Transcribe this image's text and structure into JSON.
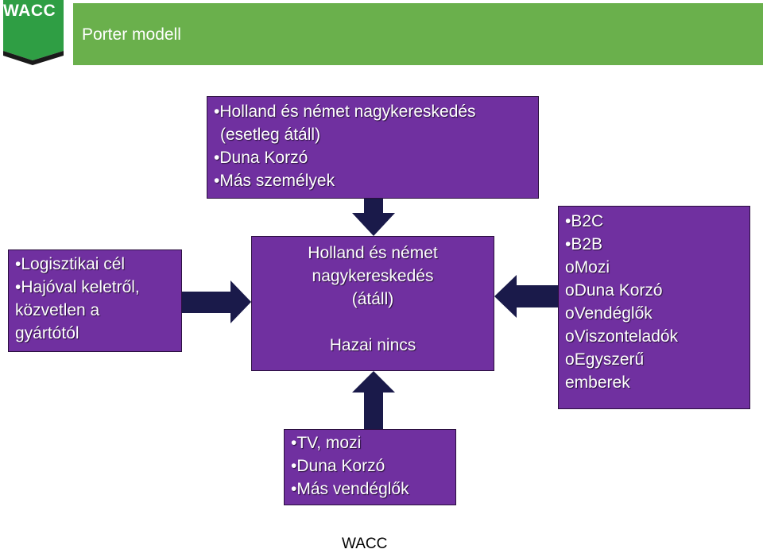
{
  "header": {
    "logo_text": "WACC",
    "title": "Porter modell"
  },
  "boxes": {
    "top": {
      "items": [
        "Holland és német nagykereskedés",
        "(esetleg átáll)",
        "Duna Korzó",
        "Más személyek"
      ]
    },
    "left": {
      "items": [
        "Logisztikai cél",
        "Hajóval keletről,",
        "közvetlen a",
        "gyártótól"
      ]
    },
    "center": {
      "lines": [
        "Holland és német",
        "nagykereskedés",
        "(átáll)",
        "Hazai nincs"
      ]
    },
    "right": {
      "items": [
        "B2C",
        "B2B"
      ],
      "subitems": [
        "Mozi",
        "Duna Korzó",
        "Vendéglők",
        "Viszonteladók",
        "Egyszerű"
      ],
      "continuation": "emberek"
    },
    "bottom": {
      "items": [
        "TV, mozi",
        "Duna Korzó",
        "Más vendéglők"
      ]
    }
  },
  "footer": {
    "text": "WACC"
  },
  "colors": {
    "box_fill": "#7030a0",
    "arrow_fill": "#1a1a4a",
    "header_green": "#6ab04c",
    "logo_green": "#2f9e44"
  }
}
